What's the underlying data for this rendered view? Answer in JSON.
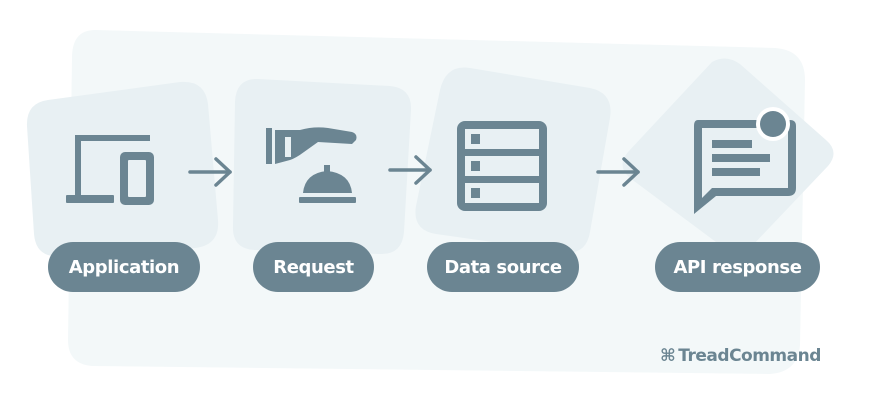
{
  "steps": [
    {
      "label": "Application",
      "icon": "devices-icon"
    },
    {
      "label": "Request",
      "icon": "service-bell-icon"
    },
    {
      "label": "Data source",
      "icon": "database-icon"
    },
    {
      "label": "API response",
      "icon": "chat-message-icon"
    }
  ],
  "brand": {
    "name": "TreadCommand",
    "icon": "command-key-icon",
    "glyph": "⌘"
  },
  "colors": {
    "accent": "#6b8592",
    "panel_light": "#f3f8f9",
    "tile": "#e8f0f3"
  }
}
